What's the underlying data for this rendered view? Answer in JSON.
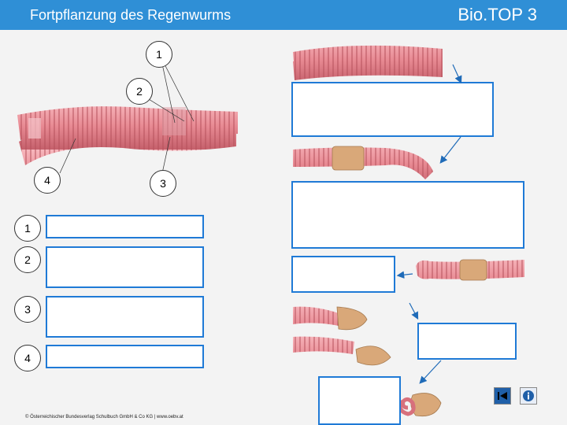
{
  "header": {
    "title": "Fortpflanzung des Regenwurms",
    "brand": "Bio.TOP 3",
    "color": "#2f8fd6"
  },
  "diagram": {
    "labels": [
      "1",
      "2",
      "3",
      "4"
    ]
  },
  "answers": {
    "labels": [
      "1",
      "2",
      "3",
      "4"
    ],
    "box_color": "#1f7ad6"
  },
  "footer": {
    "copyright": "© Österreichischer Bundesverlag Schulbuch GmbH & Co KG | www.oebv.at"
  },
  "nav": {
    "back_icon": "back-icon",
    "info_icon": "info-icon"
  }
}
